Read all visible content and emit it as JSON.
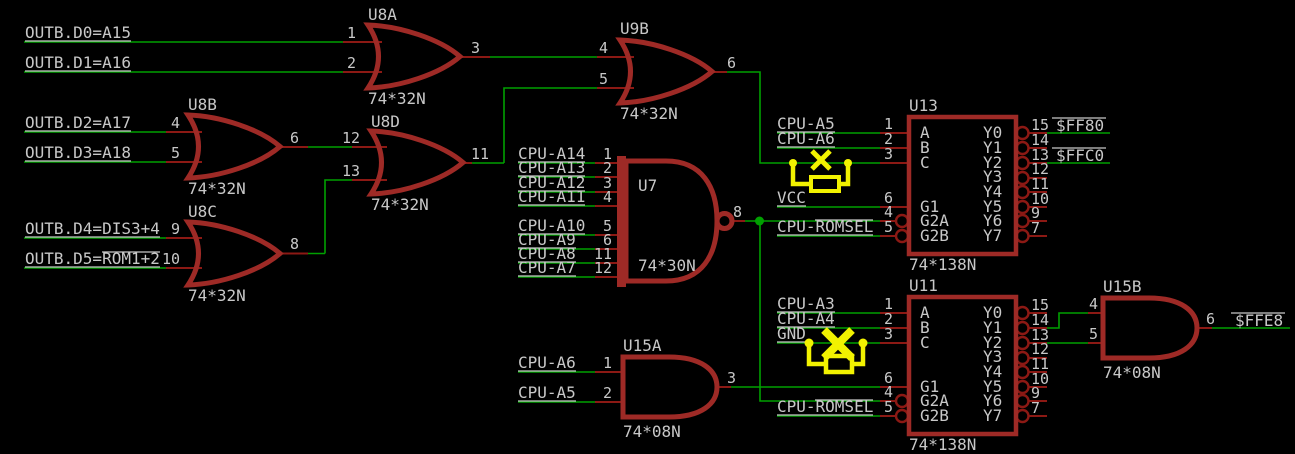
{
  "app": "schematic-editor",
  "colors": {
    "background": "#000000",
    "net_wire": "#00a000",
    "pin_wire": "#8c1914",
    "symbol": "#9e2a26",
    "text": "#c8c8c8",
    "highlight": "#f2f200"
  },
  "nets": {
    "outb_d0": "OUTB.D0=A15",
    "outb_d1": "OUTB.D1=A16",
    "outb_d2": "OUTB.D2=A17",
    "outb_d3": "OUTB.D3=A18",
    "outb_d4": "OUTB.D4=DIS3+4",
    "outb_d5": "OUTB.D5=ROM1+2",
    "cpu_a14": "CPU-A14",
    "cpu_a13": "CPU-A13",
    "cpu_a12": "CPU-A12",
    "cpu_a11": "CPU-A11",
    "cpu_a10": "CPU-A10",
    "cpu_a9": "CPU-A9",
    "cpu_a8": "CPU-A8",
    "cpu_a7": "CPU-A7",
    "cpu_a6": "CPU-A6",
    "cpu_a5": "CPU-A5",
    "cpu_a4": "CPU-A4",
    "cpu_a3": "CPU-A3",
    "vcc": "VCC",
    "gnd": "GND",
    "cpu_romsel": "CPU-ROMSEL",
    "addr_ff80": "$FF80",
    "addr_ffc0": "$FFC0",
    "addr_ffe8": "$FFE8"
  },
  "gates": {
    "u8a": {
      "name": "U8A",
      "value": "74*32N",
      "pin_in1": "1",
      "pin_in2": "2",
      "pin_out": "3"
    },
    "u8b": {
      "name": "U8B",
      "value": "74*32N",
      "pin_in1": "4",
      "pin_in2": "5",
      "pin_out": "6"
    },
    "u8c": {
      "name": "U8C",
      "value": "74*32N",
      "pin_in1": "9",
      "pin_in2": "10",
      "pin_out": "8"
    },
    "u8d": {
      "name": "U8D",
      "value": "74*32N",
      "pin_in1": "12",
      "pin_in2": "13",
      "pin_out": "11"
    },
    "u9b": {
      "name": "U9B",
      "value": "74*32N",
      "pin_in1": "4",
      "pin_in2": "5",
      "pin_out": "6"
    },
    "u7": {
      "name": "U7",
      "value": "74*30N",
      "pins_in": [
        "1",
        "2",
        "3",
        "4",
        "5",
        "6",
        "11",
        "12"
      ],
      "pin_out": "8"
    },
    "u15a": {
      "name": "U15A",
      "value": "74*08N",
      "pin_in1": "1",
      "pin_in2": "2",
      "pin_out": "3"
    },
    "u15b": {
      "name": "U15B",
      "value": "74*08N",
      "pin_in1": "4",
      "pin_in2": "5",
      "pin_out": "6"
    },
    "u13": {
      "name": "U13",
      "value": "74*138N"
    },
    "u11": {
      "name": "U11",
      "value": "74*138N"
    }
  },
  "decoder": {
    "inputs": [
      "A",
      "B",
      "C"
    ],
    "enables": [
      "G1",
      "G2A",
      "G2B"
    ],
    "outputs": [
      "Y0",
      "Y1",
      "Y2",
      "Y3",
      "Y4",
      "Y5",
      "Y6",
      "Y7"
    ],
    "left_pins": [
      "1",
      "2",
      "3",
      "6",
      "4",
      "5"
    ],
    "right_pins": [
      "15",
      "14",
      "13",
      "12",
      "11",
      "10",
      "9",
      "7"
    ]
  }
}
